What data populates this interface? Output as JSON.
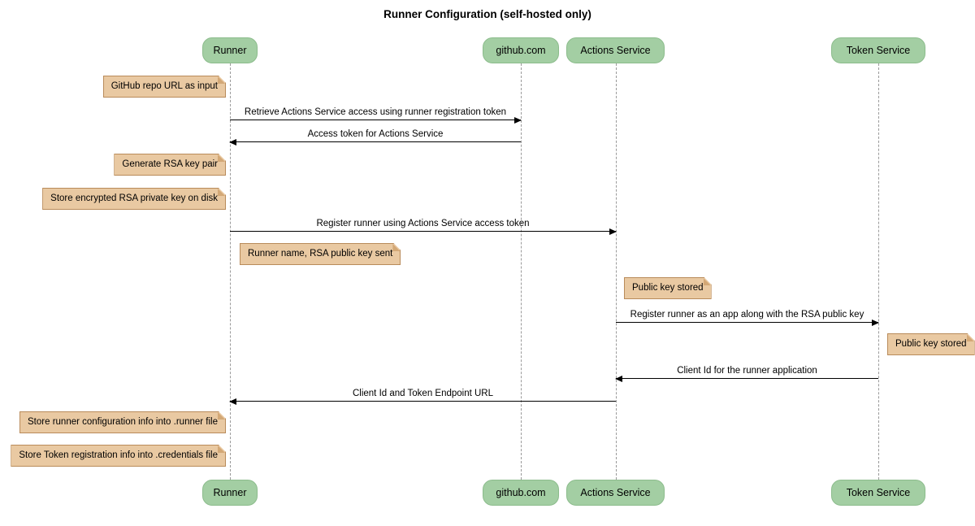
{
  "title": "Runner Configuration (self-hosted only)",
  "colors": {
    "participant-fill": "#a3cea3",
    "participant-border": "#8cbc8c",
    "note-fill": "#e9c9a2",
    "note-border": "#b98b5a",
    "note-fold": "#d3a876",
    "lifeline": "#9a9a9a",
    "arrow": "#000000"
  },
  "participants": [
    {
      "name": "Runner"
    },
    {
      "name": "github.com"
    },
    {
      "name": "Actions Service"
    },
    {
      "name": "Token Service"
    }
  ],
  "messages": [
    {
      "from": "Runner",
      "to": "github.com",
      "label": "Retrieve Actions Service access using runner registration token"
    },
    {
      "from": "github.com",
      "to": "Runner",
      "label": "Access token for Actions Service"
    },
    {
      "from": "Runner",
      "to": "Actions Service",
      "label": "Register runner using Actions Service access token"
    },
    {
      "from": "Actions Service",
      "to": "Token Service",
      "label": "Register runner as an app along with the RSA public key"
    },
    {
      "from": "Token Service",
      "to": "Actions Service",
      "label": "Client Id for the runner application"
    },
    {
      "from": "Actions Service",
      "to": "Runner",
      "label": "Client Id and Token Endpoint URL"
    }
  ],
  "notes": [
    {
      "attached_to": "Runner",
      "side": "left",
      "text": "GitHub repo URL as input"
    },
    {
      "attached_to": "Runner",
      "side": "left",
      "text": "Generate RSA key pair"
    },
    {
      "attached_to": "Runner",
      "side": "left",
      "text": "Store encrypted RSA private key on disk"
    },
    {
      "attached_to": "Runner",
      "side": "right",
      "text": "Runner name, RSA public key sent"
    },
    {
      "attached_to": "Actions Service",
      "side": "right",
      "text": "Public key stored"
    },
    {
      "attached_to": "Token Service",
      "side": "right",
      "text": "Public key stored"
    },
    {
      "attached_to": "Runner",
      "side": "left",
      "text": "Store runner configuration info into .runner file"
    },
    {
      "attached_to": "Runner",
      "side": "left",
      "text": "Store Token registration info into .credentials file"
    }
  ]
}
